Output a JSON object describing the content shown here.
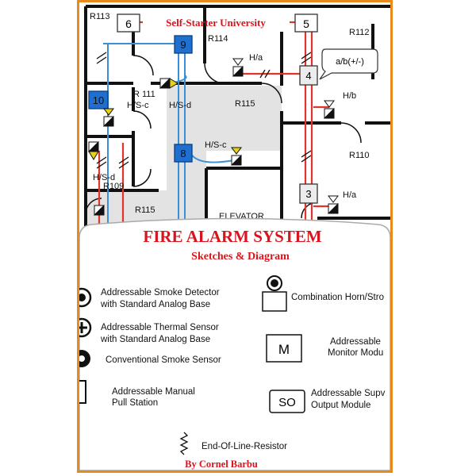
{
  "plan": {
    "title": "Self-Starter University",
    "rooms": {
      "r113": "R113",
      "r114": "R114",
      "r112": "R112",
      "r111": "R 111",
      "r115a": "R115",
      "r115b": "R115",
      "r110": "R110",
      "r109": "R109",
      "elevator": "ELEVATOR"
    },
    "zones": {
      "z6": "6",
      "z5": "5",
      "z9": "9",
      "z4": "4",
      "z10": "10",
      "z8": "8",
      "z3": "3"
    },
    "labels": {
      "ha1": "H/a",
      "hb": "H/b",
      "hsc1": "H/S-c",
      "hsd1": "H/S-d",
      "hsc2": "H/S-c",
      "hsd2": "H/S-d",
      "ha2": "H/a"
    },
    "callout": "a/b(+/-)"
  },
  "cover": {
    "title": "FIRE ALARM SYSTEM",
    "subtitle": "Sketches & Diagram",
    "author": "By Cornel Barbu"
  },
  "legend": {
    "smoke_line1": "Addressable Smoke Detector",
    "smoke_line2": "with Standard Analog Base",
    "thermal_line1": "Addressable Thermal Sensor",
    "thermal_line2": "with Standard Analog Base",
    "conventional": "Conventional Smoke Sensor",
    "pull_line1": "Addressable Manual",
    "pull_line2": "Pull Station",
    "horn": "Combination Horn/Stro",
    "monitor_symbol": "M",
    "monitor_line1": "Addressable",
    "monitor_line2": "Monitor Modu",
    "so_symbol": "SO",
    "so_line1": "Addressable Supv",
    "so_line2": "Output Module",
    "eol": "End-Of-Line-Resistor"
  },
  "colors": {
    "accent": "#e98a1c",
    "title_red": "#d9141c",
    "wire_red": "#e0342c",
    "wire_blue": "#3b8fd6",
    "zone_blue": "#1f6fd0"
  }
}
